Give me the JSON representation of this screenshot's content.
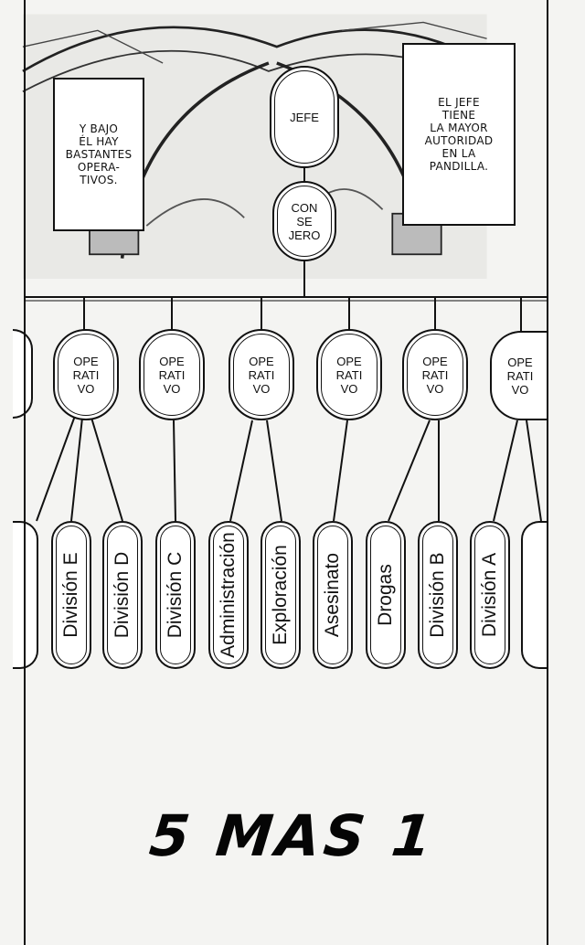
{
  "captions": {
    "left": "Y BAJO\nÉL HAY\nBASTANTES\nOPERA-\nTIVOS.",
    "right": "EL JEFE\nTIENE\nLA MAYOR\nAUTORIDAD\nEN LA\nPANDILLA."
  },
  "chart": {
    "boss": "JEFE",
    "advisor": "CON\nSE\nJERO",
    "operatives": [
      "OPE\nRATI\nVO",
      "OPE\nRATI\nVO",
      "OPE\nRATI\nVO",
      "OPE\nRATI\nVO",
      "OPE\nRATI\nVO",
      "OPE\nRATI\nVO"
    ],
    "divisions": [
      "División E",
      "División D",
      "División C",
      "Administración",
      "Exploración",
      "Asesinato",
      "Drogas",
      "División B",
      "División A"
    ]
  },
  "title": "5 MAS 1"
}
